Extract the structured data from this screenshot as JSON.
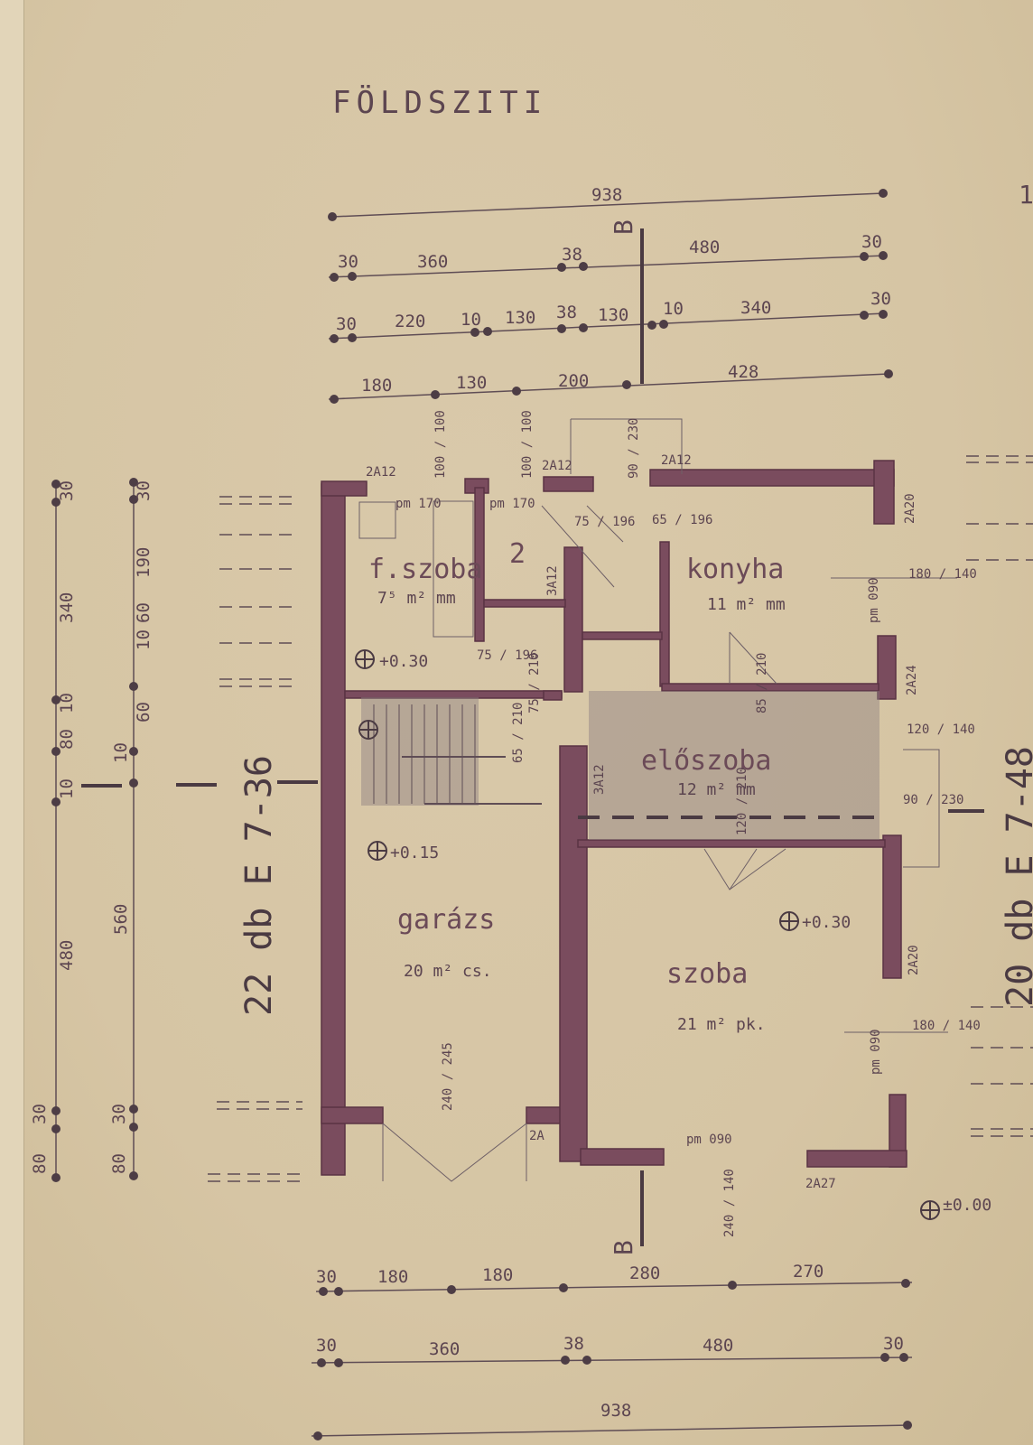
{
  "title": "FÖLDSZITI",
  "dimensions": {
    "top_total": "938",
    "top_row1": [
      "30",
      "360",
      "38",
      "480",
      "30"
    ],
    "top_row2": [
      "30",
      "220",
      "10",
      "130",
      "38",
      "130",
      "10",
      "340",
      "30"
    ],
    "top_row3": [
      "180",
      "130",
      "200",
      "428"
    ],
    "bottom_row1": [
      "30",
      "180",
      "180",
      "280",
      "270"
    ],
    "bottom_row2": [
      "30",
      "360",
      "38",
      "480",
      "30"
    ],
    "bottom_total": "938",
    "left_outer": [
      "30",
      "340",
      "10",
      "80",
      "10",
      "480",
      "30",
      "80"
    ],
    "left_inner": [
      "30",
      "190",
      "60",
      "10",
      "60",
      "10",
      "560",
      "30",
      "80"
    ]
  },
  "rooms": [
    {
      "name": "f.szoba",
      "area": "7⁵ m² mm"
    },
    {
      "name": "2",
      "area": ""
    },
    {
      "name": "konyha",
      "area": "11 m² mm"
    },
    {
      "name": "előszoba",
      "area": "12 m² mm"
    },
    {
      "name": "garázs",
      "area": "20 m² cs."
    },
    {
      "name": "szoba",
      "area": "21 m² pk."
    }
  ],
  "labels": {
    "section_b": "B",
    "left_section": "22 db E 7-36",
    "right_section": "20 db E 7-48",
    "level_030_a": "+0.30",
    "level_015": "+0.15",
    "level_030_b": "+0.30",
    "level_000": "±0.00",
    "lintel_2a12_a": "2A12",
    "lintel_2a12_b": "2A12",
    "lintel_2a12_c": "2A12",
    "lintel_2a20_a": "2A20",
    "lintel_2a24": "2A24",
    "lintel_2a20_b": "2A20",
    "lintel_2a27": "2A27",
    "lintel_3a12_a": "3A12",
    "lintel_3a12_b": "3A12",
    "lintel_2a_bottom": "2A",
    "pm_170_a": "pm 170",
    "pm_170_b": "pm 170",
    "win_180_140_a": "180 / 140",
    "win_180_140_b": "180 / 140",
    "win_090_a": "pm 090",
    "win_090_b": "pm 090",
    "win_090_c": "pm 090",
    "door_240_245": "240 / 245",
    "door_240_140": "240 / 140",
    "door_75_196": "75 / 196",
    "door_100_100_a": "100 / 100",
    "door_100_100_b": "100 / 100",
    "door_90_230": "90 / 230",
    "door_65_196": "65 / 196",
    "door_75_196_b": "75 / 196",
    "door_75_210": "75 / 210",
    "door_65_210": "65 / 210",
    "door_85_210": "85 / 210",
    "door_120_210": "120 / 210",
    "door_90_230b": "90 / 230",
    "door_120_140": "120 / 140",
    "right_edge": "1"
  }
}
